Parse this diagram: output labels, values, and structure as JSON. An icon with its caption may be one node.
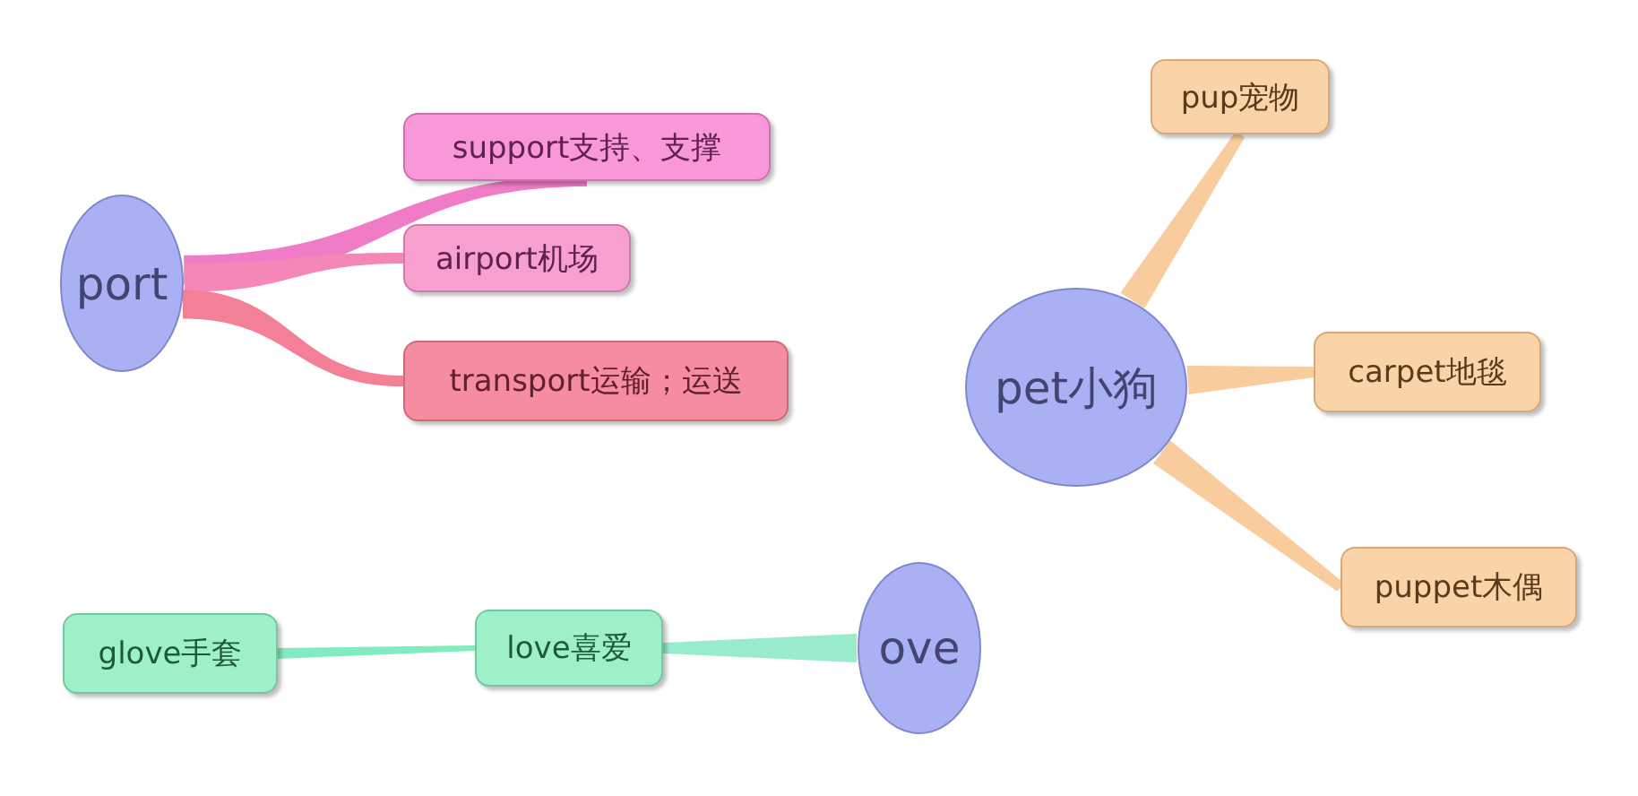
{
  "diagram": {
    "nodes": [
      {
        "text": [
          "port"
        ]
      },
      {
        "text": [
          "support支持、支撑"
        ]
      },
      {
        "text": [
          "airport机场"
        ]
      },
      {
        "text": [
          "transport运输；运送"
        ]
      },
      {
        "text": [
          "pet小狗"
        ]
      },
      {
        "text": [
          "pup宠物"
        ]
      },
      {
        "text": [
          "carpet地毯"
        ]
      },
      {
        "text": [
          "puppet木偶"
        ]
      },
      {
        "text": [
          "glove手套"
        ]
      },
      {
        "text": [
          "love喜爱"
        ]
      },
      {
        "text": [
          "ove"
        ]
      }
    ],
    "edges": [
      {
        "from": 0,
        "to": 1,
        "arrow": "none"
      },
      {
        "from": 0,
        "to": 2,
        "arrow": "none"
      },
      {
        "from": 0,
        "to": 3,
        "arrow": "none"
      },
      {
        "from": 4,
        "to": 5,
        "arrow": "none"
      },
      {
        "from": 4,
        "to": 6,
        "arrow": "none"
      },
      {
        "from": 4,
        "to": 7,
        "arrow": "none"
      },
      {
        "from": 10,
        "to": 9,
        "arrow": "none"
      },
      {
        "from": 9,
        "to": 8,
        "arrow": "none"
      }
    ]
  }
}
